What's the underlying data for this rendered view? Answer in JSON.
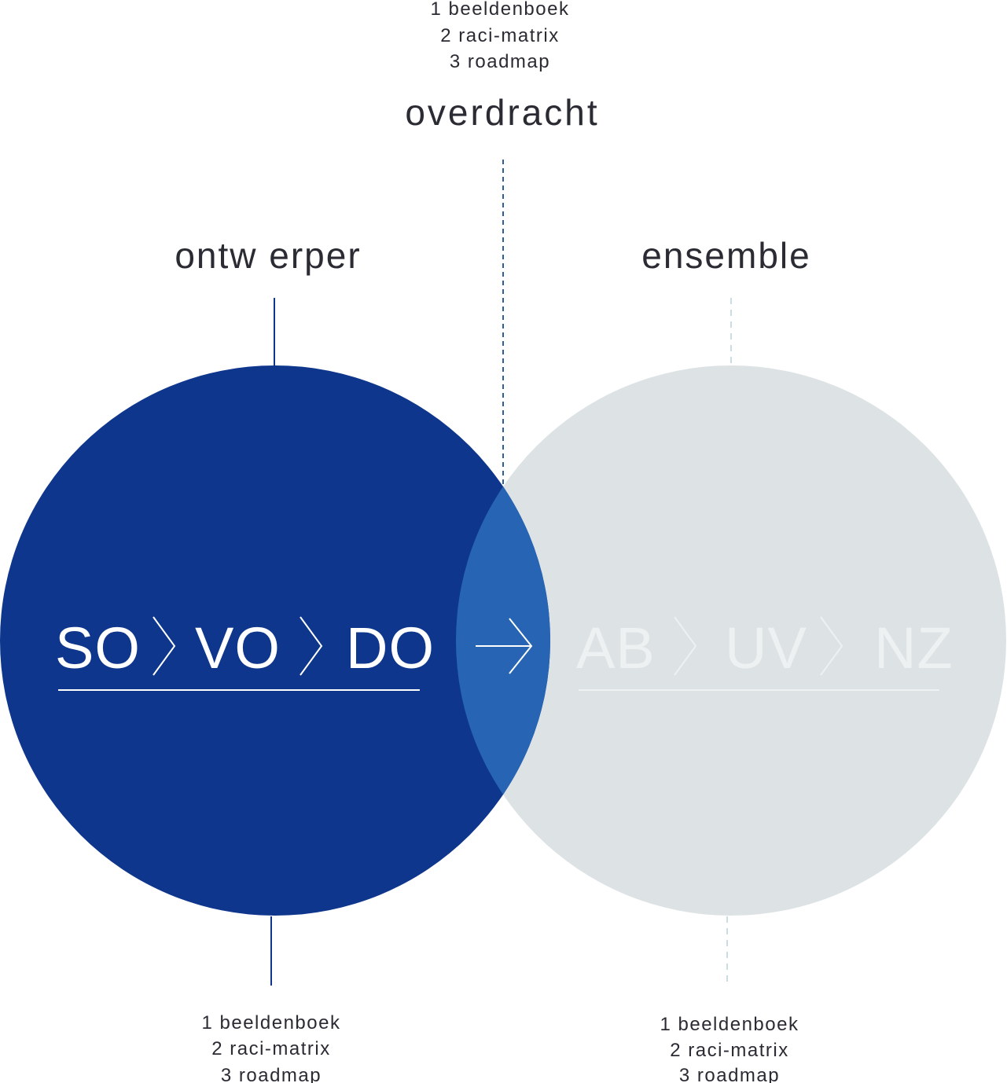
{
  "colors": {
    "designer_circle": "#0e368c",
    "ensemble_circle": "#dde3e5",
    "overlap": "#2765b4",
    "text_dark": "#2a2b33",
    "phase_text_light": "#ffffff",
    "phase_text_faded": "#eef1f2",
    "dashed_line_dark": "#2c5f9c",
    "dashed_line_light": "#c9dde3"
  },
  "overdracht": {
    "title": "overdracht",
    "items": [
      "1 beeldenboek",
      "2 raci-matrix",
      "3 roadmap"
    ]
  },
  "designer": {
    "title": "ontw erper",
    "phases": [
      "SO",
      "VO",
      "DO"
    ],
    "items": [
      "1 beeldenboek",
      "2 raci-matrix",
      "3 roadmap"
    ]
  },
  "ensemble": {
    "title": "ensemble",
    "phases": [
      "AB",
      "UV",
      "NZ"
    ],
    "items": [
      "1 beeldenboek",
      "2 raci-matrix",
      "3 roadmap"
    ]
  },
  "icons": {
    "phase_separator": "chevron-right-icon",
    "handover": "arrow-right-icon"
  }
}
